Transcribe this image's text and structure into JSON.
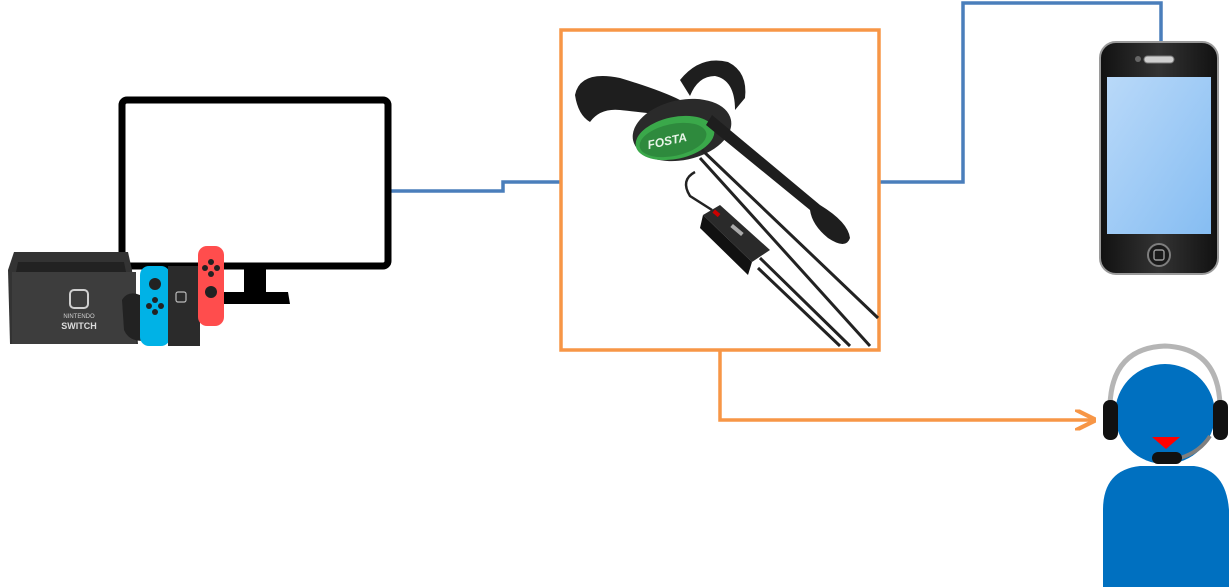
{
  "diagram": {
    "nodes": [
      {
        "id": "monitor",
        "icon": "monitor-icon"
      },
      {
        "id": "switch-console",
        "icon": "nintendo-switch-icon",
        "brand_line1": "NINTENDO",
        "brand_line2": "SWITCH"
      },
      {
        "id": "headset-adapter",
        "icon": "headset-with-adapter-icon",
        "brand": "FOSTA"
      },
      {
        "id": "smartphone",
        "icon": "smartphone-icon"
      },
      {
        "id": "user",
        "icon": "user-with-headset-icon"
      }
    ],
    "edges": [
      {
        "from": "monitor",
        "to": "headset-adapter",
        "style": "line"
      },
      {
        "from": "headset-adapter",
        "to": "smartphone",
        "style": "line"
      },
      {
        "from": "headset-adapter",
        "to": "user",
        "style": "arrow"
      }
    ]
  },
  "colors": {
    "connector_blue": "#4a7ebb",
    "highlight_orange": "#f79646",
    "switch_left_joycon": "#00b2e6",
    "switch_right_joycon": "#ff4d4d",
    "headset_green": "#3aa84a",
    "user_blue": "#0070c0",
    "mic_red": "#ff0000"
  }
}
